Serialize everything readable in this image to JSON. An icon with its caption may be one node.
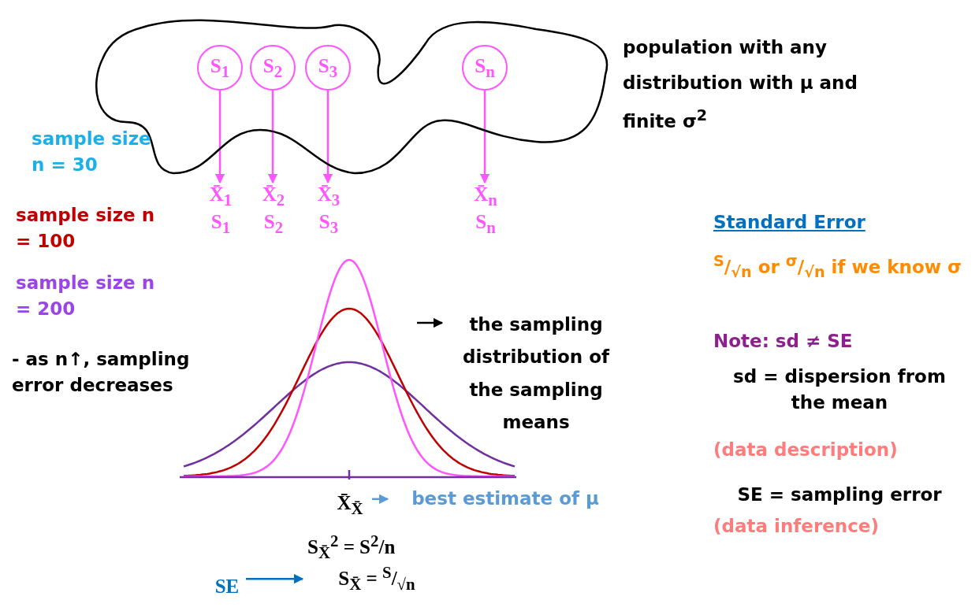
{
  "diagram": {
    "nodes": [
      {
        "text": [],
        "shape": "cloud",
        "beside": [
          "population with any distribution with μ and finite σ$^{2}$"
        ]
      },
      {
        "text": [
          "S$_{1}$"
        ],
        "in": 0
      },
      {
        "text": [
          "S$_{2}$"
        ],
        "in": 0
      },
      {
        "text": [
          "S$_{3}$"
        ],
        "in": 0
      },
      {
        "text": [
          "S$_{n}$"
        ],
        "in": 0
      },
      {
        "text": [
          "X̄$_{1}$",
          "S$_{1}$"
        ]
      },
      {
        "text": [
          "X̄$_{2}$",
          "S$_{2}$"
        ]
      },
      {
        "text": [
          "X̄$_{3}$",
          "S$_{3}$"
        ]
      },
      {
        "text": [
          "X̄$_{n}$",
          "S$_{n}$"
        ]
      },
      {
        "text": [
          "X̄$_{X̄}$"
        ]
      },
      {
        "text": [
          "best estimate of μ"
        ]
      },
      {
        "text": [
          "SE"
        ]
      },
      {
        "text": [
          "S$_{X̄}$ = $^{S}$/$_{√n}$"
        ]
      },
      {
        "text": [
          "the sampling distribution of the sampling means"
        ]
      }
    ],
    "edges": [
      {
        "from": 1,
        "to": 5,
        "arrow": "to"
      },
      {
        "from": 2,
        "to": 6,
        "arrow": "to"
      },
      {
        "from": 3,
        "to": 7,
        "arrow": "to"
      },
      {
        "from": 4,
        "to": 8,
        "arrow": "to"
      },
      {
        "from": 9,
        "to": 10,
        "arrow": "to",
        "color": "#5b9bd5"
      },
      {
        "from": 11,
        "to": 12,
        "arrow": "to",
        "color": "#0070c0"
      },
      {
        "from": null,
        "to": 13,
        "arrow": "to",
        "color": "#000000"
      }
    ],
    "labels": [
      "sample size n = 30",
      "sample size n = 100",
      "sample size n = 200",
      "- as n↑, sampling error decreases",
      "Standard Error",
      "$^{S}$/$_{√n}$ or $^{σ}$/$_{√n}$ if we know σ",
      "Note: sd ≠ SE",
      "sd = dispersion from the mean",
      "(data description)",
      "S$_{X̄}$$^{2}$ = S$^{2}$/n",
      "SE = sampling error",
      "(data inference)"
    ]
  }
}
